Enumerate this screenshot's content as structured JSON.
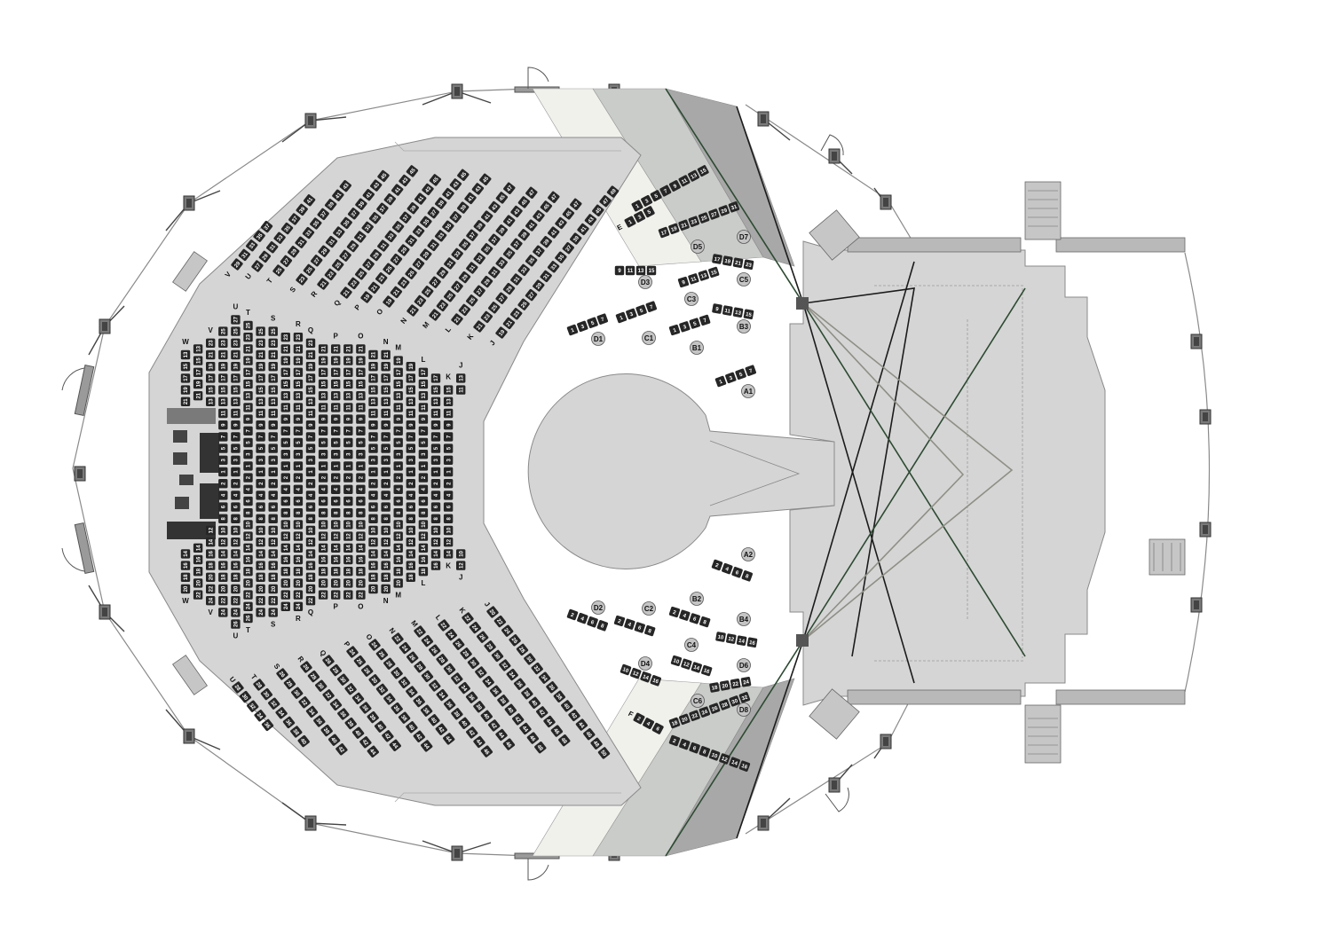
{
  "colors": {
    "floor": "#d5d5d5",
    "floor_edge": "#8a8a8a",
    "seat": "#262626",
    "seat_text": "#ffffff",
    "light_a": "#f1f1ec",
    "light_b": "#c9ccc9",
    "light_c": "#a8a8a8",
    "beam_dark": "#1b1b1b",
    "beam_green": "#2d4a32",
    "beam_grey": "#8f8f86"
  },
  "icons": [
    "door-icon",
    "speaker-icon",
    "lighting-truss-icon",
    "stair-icon",
    "control-desk-icon"
  ],
  "upper_rows": [
    {
      "label": "V",
      "seats": [
        "29",
        "31",
        "33",
        "35",
        "37"
      ]
    },
    {
      "label": "U",
      "seats": [
        "27",
        "29",
        "31",
        "33",
        "35",
        "37",
        "39",
        "41"
      ]
    },
    {
      "label": "T",
      "seats": [
        "25",
        "27",
        "29",
        "31",
        "33",
        "35",
        "37",
        "39",
        "41",
        "43"
      ]
    },
    {
      "label": "S",
      "seats": [
        "23",
        "25",
        "27",
        "29",
        "31",
        "33",
        "35",
        "37",
        "39",
        "41",
        "43",
        "45"
      ]
    },
    {
      "label": "R",
      "seats": [
        "21",
        "23",
        "25",
        "27",
        "29",
        "31",
        "33",
        "35",
        "37",
        "39",
        "41",
        "43",
        "45"
      ]
    },
    {
      "label": "Q",
      "seats": [
        "21",
        "23",
        "25",
        "27",
        "29",
        "31",
        "33",
        "35",
        "37",
        "39",
        "41",
        "43",
        "45"
      ]
    },
    {
      "label": "P",
      "seats": [
        "19",
        "21",
        "23",
        "25",
        "27",
        "29",
        "31",
        "33",
        "35",
        "37",
        "39",
        "41",
        "43",
        "45"
      ]
    },
    {
      "label": "O",
      "seats": [
        "19",
        "21",
        "23",
        "25",
        "27",
        "29",
        "31",
        "33",
        "35",
        "37",
        "39",
        "41",
        "43",
        "45"
      ]
    },
    {
      "label": "N",
      "seats": [
        "21",
        "23",
        "25",
        "27",
        "29",
        "31",
        "33",
        "35",
        "37",
        "39",
        "41",
        "43",
        "45",
        "47"
      ]
    },
    {
      "label": "M",
      "seats": [
        "21",
        "23",
        "25",
        "27",
        "29",
        "31",
        "33",
        "35",
        "37",
        "39",
        "41",
        "43",
        "45",
        "47"
      ]
    },
    {
      "label": "L",
      "seats": [
        "21",
        "23",
        "25",
        "27",
        "29",
        "31",
        "33",
        "35",
        "37",
        "39",
        "41",
        "43",
        "45",
        "47"
      ]
    },
    {
      "label": "K",
      "seats": [
        "21",
        "23",
        "25",
        "27",
        "29",
        "31",
        "33",
        "35",
        "37",
        "39",
        "41",
        "43",
        "45",
        "47"
      ]
    },
    {
      "label": "J",
      "seats": [
        "19",
        "21",
        "23",
        "25",
        "27",
        "29",
        "31",
        "33",
        "35",
        "37",
        "39",
        "41",
        "43",
        "45",
        "47",
        "49"
      ]
    }
  ],
  "lower_rows": [
    {
      "label": "U",
      "seats": [
        "28",
        "30",
        "32",
        "34",
        "36"
      ]
    },
    {
      "label": "T",
      "seats": [
        "28",
        "30",
        "32",
        "34",
        "36",
        "38",
        "40"
      ]
    },
    {
      "label": "S",
      "seats": [
        "26",
        "28",
        "30",
        "32",
        "34",
        "36",
        "38",
        "40",
        "42"
      ]
    },
    {
      "label": "R",
      "seats": [
        "26",
        "28",
        "30",
        "32",
        "34",
        "36",
        "38",
        "40",
        "42",
        "44"
      ]
    },
    {
      "label": "Q",
      "seats": [
        "26",
        "28",
        "30",
        "32",
        "34",
        "36",
        "38",
        "40",
        "42",
        "44"
      ]
    },
    {
      "label": "P",
      "seats": [
        "24",
        "26",
        "28",
        "30",
        "32",
        "34",
        "36",
        "38",
        "40",
        "42",
        "44"
      ]
    },
    {
      "label": "O",
      "seats": [
        "24",
        "26",
        "28",
        "30",
        "32",
        "34",
        "36",
        "38",
        "40",
        "42",
        "44"
      ]
    },
    {
      "label": "N",
      "seats": [
        "22",
        "24",
        "26",
        "28",
        "30",
        "32",
        "34",
        "36",
        "38",
        "40",
        "42",
        "44",
        "46"
      ]
    },
    {
      "label": "M",
      "seats": [
        "22",
        "24",
        "26",
        "28",
        "30",
        "32",
        "34",
        "36",
        "38",
        "40",
        "42",
        "44",
        "46"
      ]
    },
    {
      "label": "L",
      "seats": [
        "22",
        "24",
        "26",
        "28",
        "30",
        "32",
        "34",
        "36",
        "38",
        "40",
        "42",
        "44",
        "46",
        "48"
      ]
    },
    {
      "label": "K",
      "seats": [
        "22",
        "24",
        "26",
        "28",
        "30",
        "32",
        "34",
        "36",
        "38",
        "40",
        "42",
        "44",
        "46",
        "48"
      ]
    },
    {
      "label": "J",
      "seats": [
        "20",
        "22",
        "24",
        "26",
        "28",
        "30",
        "32",
        "34",
        "36",
        "38",
        "40",
        "42",
        "44",
        "46",
        "48",
        "50"
      ]
    }
  ],
  "center_columns": [
    {
      "label_top": "W",
      "label_bottom": "W",
      "seats": [
        "13",
        "15",
        "17",
        "19",
        "21",
        "",
        "",
        "",
        "",
        "",
        "",
        "",
        "",
        "",
        "",
        "",
        "",
        "14",
        "16",
        "18",
        "20"
      ]
    },
    {
      "label_top": "",
      "label_bottom": "",
      "seats": [
        "13",
        "15",
        "17",
        "19",
        "21",
        "",
        "",
        "",
        "",
        "",
        "",
        "",
        "",
        "",
        "",
        "",
        "",
        "14",
        "16",
        "18",
        "20",
        "22"
      ]
    },
    {
      "label_top": "V",
      "label_bottom": "V",
      "seats": [
        "23",
        "21",
        "19",
        "17",
        "15",
        "13",
        "",
        "",
        "",
        "",
        "",
        "",
        "",
        "",
        "",
        "",
        "12",
        "14",
        "16",
        "18",
        "20",
        "22",
        "24"
      ]
    },
    {
      "label_top": "",
      "label_bottom": "",
      "seats": [
        "25",
        "23",
        "21",
        "19",
        "17",
        "15",
        "13",
        "11",
        "9",
        "7",
        "5",
        "3",
        "1",
        "2",
        "4",
        "6",
        "8",
        "10",
        "12",
        "14",
        "16",
        "18",
        "20",
        "22",
        "24"
      ]
    },
    {
      "label_top": "U",
      "label_bottom": "U",
      "seats": [
        "27",
        "25",
        "23",
        "21",
        "19",
        "17",
        "15",
        "13",
        "11",
        "9",
        "7",
        "5",
        "3",
        "1",
        "2",
        "4",
        "6",
        "8",
        "10",
        "12",
        "14",
        "16",
        "18",
        "20",
        "22",
        "24",
        "26"
      ]
    },
    {
      "label_top": "T",
      "label_bottom": "T",
      "seats": [
        "25",
        "23",
        "21",
        "19",
        "17",
        "15",
        "13",
        "11",
        "9",
        "7",
        "5",
        "3",
        "1",
        "2",
        "4",
        "6",
        "8",
        "10",
        "12",
        "14",
        "16",
        "18",
        "20",
        "22",
        "24",
        "26"
      ]
    },
    {
      "label_top": "",
      "label_bottom": "",
      "seats": [
        "25",
        "23",
        "21",
        "19",
        "17",
        "15",
        "13",
        "11",
        "9",
        "7",
        "5",
        "3",
        "1",
        "2",
        "4",
        "6",
        "8",
        "10",
        "12",
        "14",
        "16",
        "18",
        "20",
        "22",
        "24"
      ]
    },
    {
      "label_top": "S",
      "label_bottom": "S",
      "seats": [
        "25",
        "23",
        "21",
        "19",
        "17",
        "15",
        "13",
        "11",
        "9",
        "7",
        "5",
        "3",
        "1",
        "2",
        "4",
        "6",
        "8",
        "10",
        "12",
        "14",
        "16",
        "18",
        "20",
        "22",
        "24"
      ]
    },
    {
      "label_top": "",
      "label_bottom": "",
      "seats": [
        "23",
        "21",
        "19",
        "17",
        "15",
        "13",
        "11",
        "9",
        "7",
        "5",
        "3",
        "1",
        "2",
        "4",
        "6",
        "8",
        "10",
        "12",
        "14",
        "16",
        "18",
        "20",
        "22",
        "24"
      ]
    },
    {
      "label_top": "R",
      "label_bottom": "R",
      "seats": [
        "23",
        "21",
        "19",
        "17",
        "15",
        "13",
        "11",
        "9",
        "7",
        "5",
        "3",
        "1",
        "2",
        "4",
        "6",
        "8",
        "10",
        "12",
        "14",
        "16",
        "18",
        "20",
        "22",
        "24"
      ]
    },
    {
      "label_top": "Q",
      "label_bottom": "Q",
      "seats": [
        "23",
        "21",
        "19",
        "17",
        "15",
        "13",
        "11",
        "9",
        "7",
        "5",
        "3",
        "1",
        "2",
        "4",
        "6",
        "8",
        "10",
        "12",
        "14",
        "16",
        "18",
        "20",
        "22"
      ]
    },
    {
      "label_top": "",
      "label_bottom": "",
      "seats": [
        "21",
        "19",
        "17",
        "15",
        "13",
        "11",
        "9",
        "7",
        "5",
        "3",
        "1",
        "2",
        "4",
        "6",
        "8",
        "10",
        "12",
        "14",
        "16",
        "18",
        "20",
        "22"
      ]
    },
    {
      "label_top": "P",
      "label_bottom": "P",
      "seats": [
        "21",
        "19",
        "17",
        "15",
        "13",
        "11",
        "9",
        "7",
        "5",
        "3",
        "1",
        "2",
        "4",
        "6",
        "8",
        "10",
        "12",
        "14",
        "16",
        "18",
        "20",
        "22"
      ]
    },
    {
      "label_top": "",
      "label_bottom": "",
      "seats": [
        "21",
        "19",
        "17",
        "15",
        "13",
        "11",
        "9",
        "7",
        "5",
        "3",
        "1",
        "2",
        "4",
        "6",
        "8",
        "10",
        "12",
        "14",
        "16",
        "18",
        "20",
        "22"
      ]
    },
    {
      "label_top": "O",
      "label_bottom": "O",
      "seats": [
        "21",
        "19",
        "17",
        "15",
        "13",
        "11",
        "9",
        "7",
        "5",
        "3",
        "1",
        "2",
        "4",
        "6",
        "8",
        "10",
        "12",
        "14",
        "16",
        "18",
        "20",
        "22"
      ]
    },
    {
      "label_top": "",
      "label_bottom": "",
      "seats": [
        "21",
        "19",
        "17",
        "15",
        "13",
        "11",
        "9",
        "7",
        "5",
        "3",
        "1",
        "2",
        "4",
        "6",
        "8",
        "10",
        "12",
        "14",
        "16",
        "18",
        "20"
      ]
    },
    {
      "label_top": "N",
      "label_bottom": "N",
      "seats": [
        "21",
        "19",
        "17",
        "15",
        "13",
        "11",
        "9",
        "7",
        "5",
        "3",
        "1",
        "2",
        "4",
        "6",
        "8",
        "10",
        "12",
        "14",
        "16",
        "18",
        "20"
      ]
    },
    {
      "label_top": "M",
      "label_bottom": "M",
      "seats": [
        "19",
        "17",
        "15",
        "13",
        "11",
        "9",
        "7",
        "5",
        "3",
        "1",
        "2",
        "4",
        "6",
        "8",
        "10",
        "12",
        "14",
        "16",
        "18",
        "20"
      ]
    },
    {
      "label_top": "",
      "label_bottom": "",
      "seats": [
        "19",
        "17",
        "15",
        "13",
        "11",
        "9",
        "7",
        "5",
        "3",
        "1",
        "2",
        "4",
        "6",
        "8",
        "10",
        "12",
        "14",
        "16",
        "18"
      ]
    },
    {
      "label_top": "L",
      "label_bottom": "L",
      "seats": [
        "17",
        "15",
        "13",
        "11",
        "9",
        "7",
        "5",
        "3",
        "1",
        "2",
        "4",
        "6",
        "8",
        "10",
        "12",
        "14",
        "16",
        "18"
      ]
    },
    {
      "label_top": "",
      "label_bottom": "",
      "seats": [
        "17",
        "15",
        "13",
        "11",
        "9",
        "7",
        "5",
        "3",
        "1",
        "2",
        "4",
        "6",
        "8",
        "10",
        "12",
        "14",
        "16"
      ]
    },
    {
      "label_top": "K",
      "label_bottom": "K",
      "seats": [
        "15",
        "13",
        "11",
        "9",
        "7",
        "5",
        "3",
        "1",
        "2",
        "4",
        "6",
        "8",
        "10",
        "12",
        "14"
      ]
    },
    {
      "label_top": "J",
      "label_bottom": "J",
      "seats": [
        "13",
        "11",
        "",
        "",
        "",
        "",
        "",
        "",
        "",
        "",
        "",
        "",
        "",
        "",
        "",
        "10",
        "12"
      ]
    }
  ],
  "floor_upper": [
    {
      "seats": [
        "1",
        "3",
        "5",
        "7",
        "9",
        "11",
        "13",
        "15"
      ]
    },
    {
      "label": "E",
      "seats": [
        "1",
        "3",
        "5"
      ]
    },
    {
      "seats": [
        "17",
        "19",
        "21",
        "23",
        "25",
        "27",
        "29",
        "31"
      ]
    },
    {
      "seats": [
        "9",
        "11",
        "13",
        "15"
      ]
    },
    {
      "seats": [
        "17",
        "19",
        "21",
        "23"
      ]
    },
    {
      "seats": [
        "9",
        "11",
        "13",
        "15"
      ]
    },
    {
      "seats": [
        "9",
        "11",
        "13",
        "15"
      ]
    },
    {
      "seats": [
        "1",
        "3",
        "5",
        "7"
      ]
    },
    {
      "seats": [
        "1",
        "3",
        "5",
        "7"
      ]
    },
    {
      "seats": [
        "1",
        "3",
        "5",
        "7"
      ]
    },
    {
      "seats": [
        "1",
        "3",
        "5",
        "7"
      ]
    }
  ],
  "floor_lower": [
    {
      "seats": [
        "2",
        "4",
        "6",
        "8"
      ]
    },
    {
      "seats": [
        "2",
        "4",
        "6",
        "8"
      ]
    },
    {
      "seats": [
        "2",
        "4",
        "6",
        "8"
      ]
    },
    {
      "seats": [
        "2",
        "4",
        "6",
        "8"
      ]
    },
    {
      "seats": [
        "10",
        "12",
        "14",
        "16"
      ]
    },
    {
      "seats": [
        "10",
        "12",
        "14",
        "16"
      ]
    },
    {
      "seats": [
        "10",
        "12",
        "14",
        "16"
      ]
    },
    {
      "seats": [
        "18",
        "20",
        "22",
        "24"
      ]
    },
    {
      "label": "F",
      "seats": [
        "2",
        "4",
        "6"
      ]
    },
    {
      "seats": [
        "18",
        "20",
        "22",
        "24",
        "26",
        "28",
        "30",
        "32"
      ]
    },
    {
      "seats": [
        "2",
        "4",
        "6",
        "8",
        "10",
        "12",
        "14",
        "16"
      ]
    }
  ],
  "section_markers": [
    {
      "label": "D7"
    },
    {
      "label": "D5"
    },
    {
      "label": "D3"
    },
    {
      "label": "C5"
    },
    {
      "label": "C3"
    },
    {
      "label": "B3"
    },
    {
      "label": "D1"
    },
    {
      "label": "C1"
    },
    {
      "label": "B1"
    },
    {
      "label": "A1"
    },
    {
      "label": "A2"
    },
    {
      "label": "B2"
    },
    {
      "label": "C2"
    },
    {
      "label": "D2"
    },
    {
      "label": "B4"
    },
    {
      "label": "C4"
    },
    {
      "label": "D4"
    },
    {
      "label": "D6"
    },
    {
      "label": "C6"
    },
    {
      "label": "D8"
    }
  ]
}
